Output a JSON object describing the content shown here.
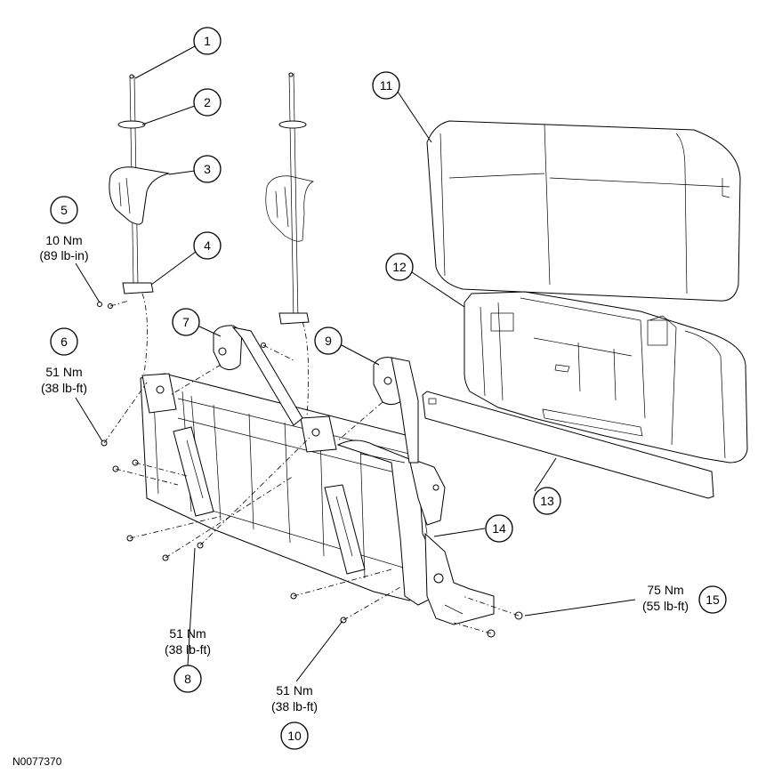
{
  "figure_code": "N0077370",
  "callouts": [
    {
      "number": "1"
    },
    {
      "number": "2"
    },
    {
      "number": "3"
    },
    {
      "number": "4"
    },
    {
      "number": "5"
    },
    {
      "number": "6"
    },
    {
      "number": "7"
    },
    {
      "number": "8"
    },
    {
      "number": "9"
    },
    {
      "number": "10"
    },
    {
      "number": "11"
    },
    {
      "number": "12"
    },
    {
      "number": "13"
    },
    {
      "number": "14"
    },
    {
      "number": "15"
    }
  ],
  "torque_specs": {
    "item5": {
      "metric": "10 Nm",
      "imperial": "(89 lb-in)"
    },
    "item6": {
      "metric": "51 Nm",
      "imperial": "(38 lb-ft)"
    },
    "item8": {
      "metric": "51 Nm",
      "imperial": "(38 lb-ft)"
    },
    "item10": {
      "metric": "51 Nm",
      "imperial": "(38 lb-ft)"
    },
    "item15": {
      "metric": "75 Nm",
      "imperial": "(55 lb-ft)"
    }
  }
}
